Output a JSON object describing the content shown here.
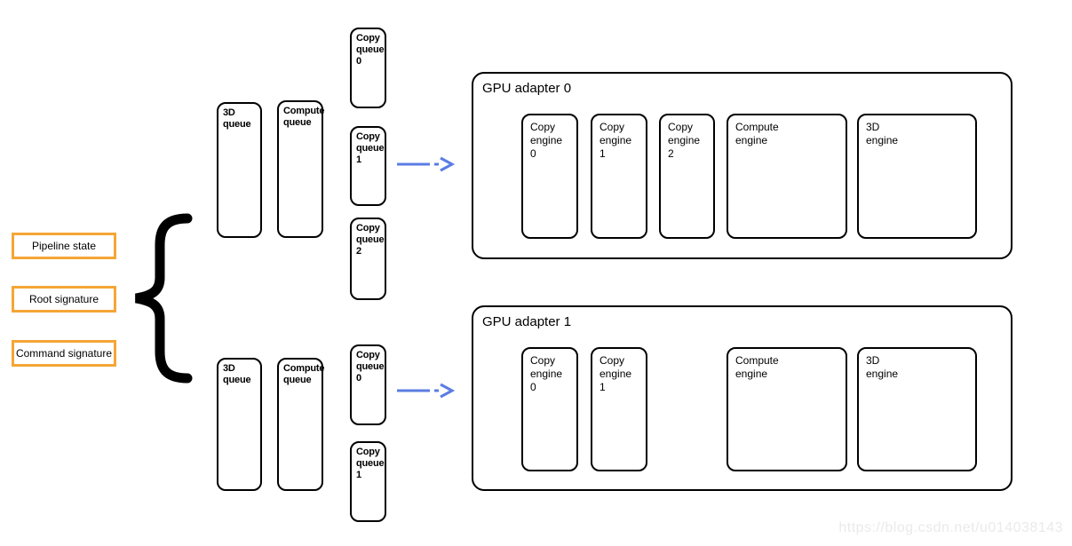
{
  "colors": {
    "accent_orange": "#F5A636",
    "arrow_blue": "#5B7CE3",
    "line_black": "#000000",
    "watermark_gray": "#EAEAEA"
  },
  "left_boxes": [
    {
      "label": "Pipeline state"
    },
    {
      "label": "Root signature"
    },
    {
      "label": "Command signature"
    }
  ],
  "queue_groups": [
    {
      "main_queues": [
        {
          "lines": [
            "3D",
            "queue"
          ]
        },
        {
          "lines": [
            "Compute",
            "queue"
          ]
        }
      ],
      "copy_queues": [
        {
          "lines": [
            "Copy",
            "queue",
            "0"
          ]
        },
        {
          "lines": [
            "Copy",
            "queue",
            "1"
          ]
        },
        {
          "lines": [
            "Copy",
            "queue",
            "2"
          ]
        }
      ]
    },
    {
      "main_queues": [
        {
          "lines": [
            "3D",
            "queue"
          ]
        },
        {
          "lines": [
            "Compute",
            "queue"
          ]
        }
      ],
      "copy_queues": [
        {
          "lines": [
            "Copy",
            "queue",
            "0"
          ]
        },
        {
          "lines": [
            "Copy",
            "queue",
            "1"
          ]
        }
      ]
    }
  ],
  "adapters": [
    {
      "title": "GPU adapter 0",
      "engines": [
        {
          "lines": [
            "Copy",
            "engine",
            "0"
          ]
        },
        {
          "lines": [
            "Copy",
            "engine",
            "1"
          ]
        },
        {
          "lines": [
            "Copy",
            "engine",
            "2"
          ]
        },
        {
          "lines": [
            "Compute",
            "engine"
          ]
        },
        {
          "lines": [
            "3D",
            "engine"
          ]
        }
      ]
    },
    {
      "title": "GPU adapter 1",
      "engines": [
        {
          "lines": [
            "Copy",
            "engine",
            "0"
          ]
        },
        {
          "lines": [
            "Copy",
            "engine",
            "1"
          ]
        },
        {
          "lines": [
            "Compute",
            "engine"
          ]
        },
        {
          "lines": [
            "3D",
            "engine"
          ]
        }
      ]
    }
  ],
  "watermark": "https://blog.csdn.net/u014038143"
}
